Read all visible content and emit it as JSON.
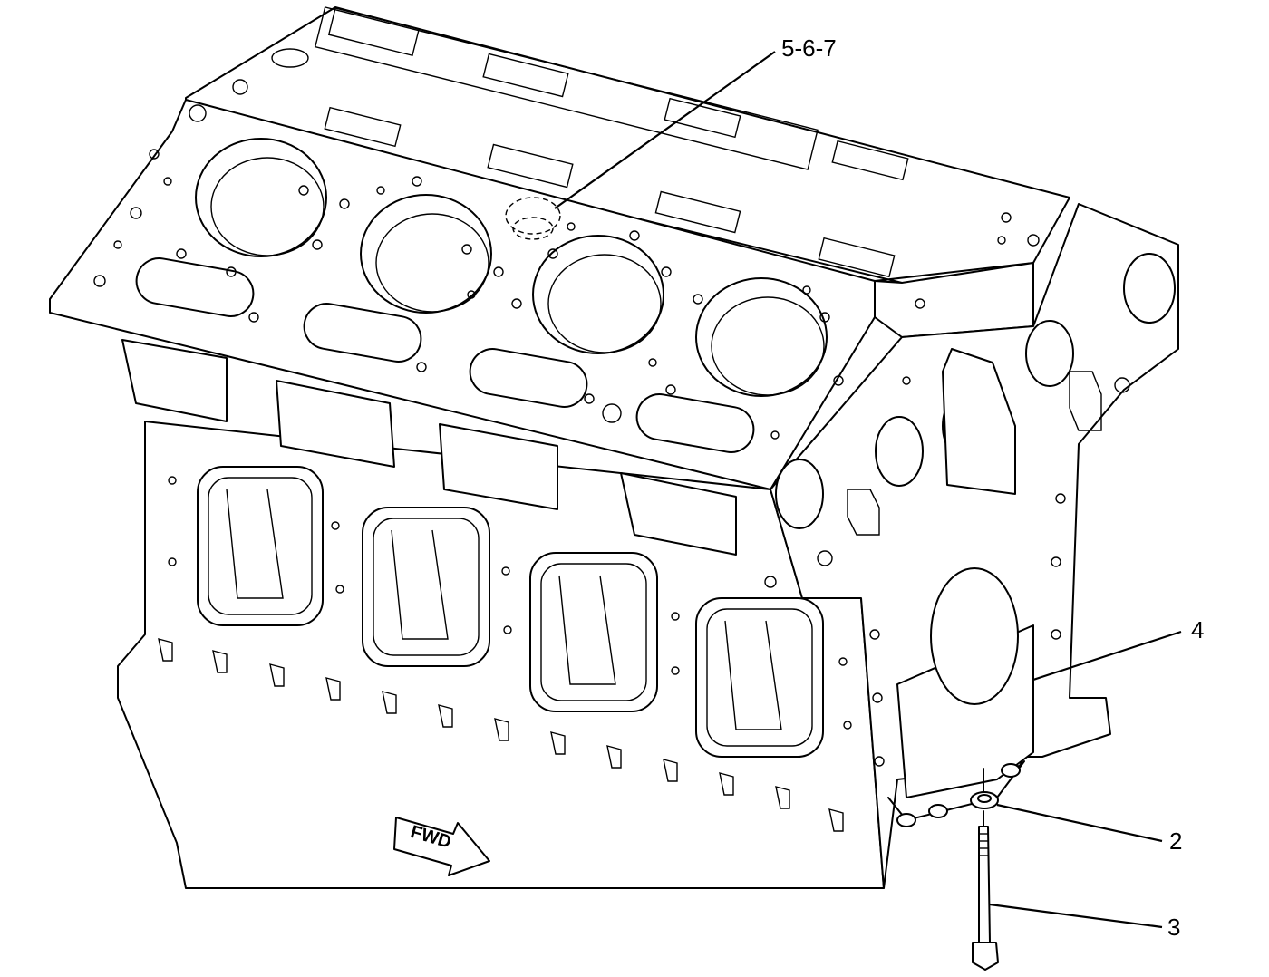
{
  "callouts": {
    "c567": "5-6-7",
    "c4": "4",
    "c2": "2",
    "c3": "3"
  },
  "direction_arrow": "FWD"
}
